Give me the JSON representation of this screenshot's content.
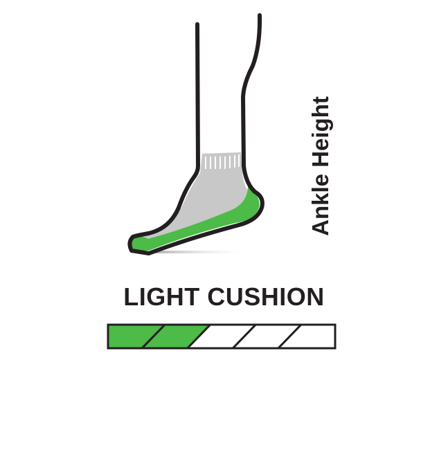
{
  "height_label": "Ankle Height",
  "cushion_label": "LIGHT CUSHION",
  "cushion_meter": {
    "filled_segments": 2,
    "total_segments": 5
  },
  "colors": {
    "accent": "#4cbb47",
    "outline": "#231f20",
    "sock": "#c8c8c8"
  }
}
